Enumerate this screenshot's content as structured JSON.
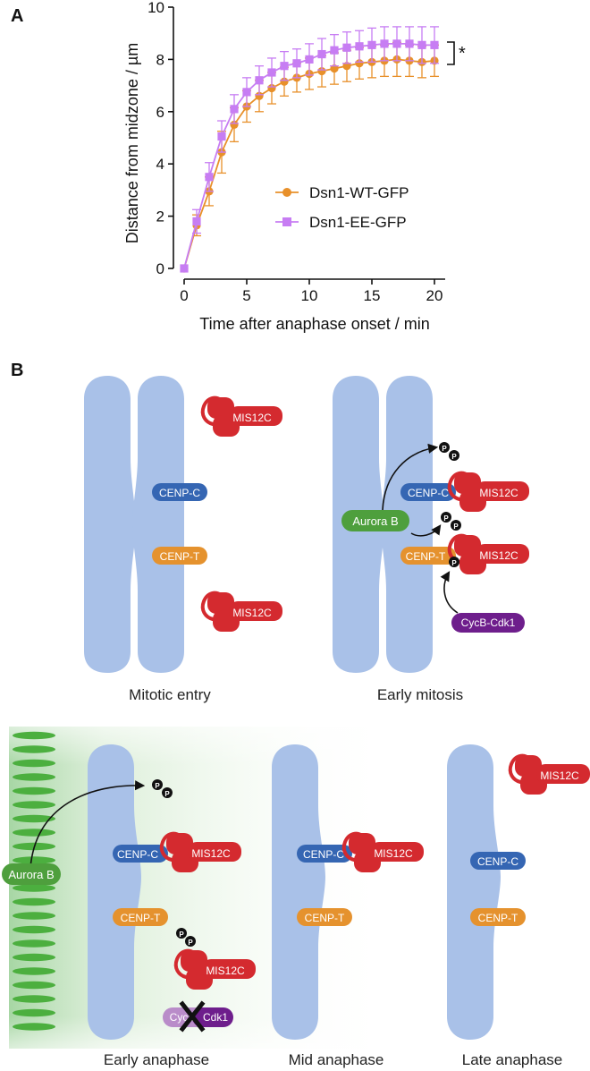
{
  "panel_a": {
    "label": "A",
    "chart_data": {
      "type": "line",
      "xlabel": "Time after anaphase onset / min",
      "ylabel": "Distance from midzone / µm",
      "xlim": [
        0,
        20
      ],
      "ylim": [
        0,
        10
      ],
      "xticks": [
        "0",
        "5",
        "10",
        "15",
        "20"
      ],
      "yticks": [
        "0",
        "2",
        "4",
        "6",
        "8",
        "10"
      ],
      "legend_position": "lower-right",
      "significance": "*",
      "grid": false,
      "x": [
        0,
        1,
        2,
        3,
        4,
        5,
        6,
        7,
        8,
        9,
        10,
        11,
        12,
        13,
        14,
        15,
        16,
        17,
        18,
        19,
        20
      ],
      "series": [
        {
          "name": "Dsn1-WT-GFP",
          "color": "#E8902A",
          "marker": "circle",
          "values": [
            0,
            1.65,
            2.95,
            4.45,
            5.5,
            6.2,
            6.6,
            6.9,
            7.15,
            7.3,
            7.45,
            7.55,
            7.65,
            7.75,
            7.85,
            7.9,
            7.95,
            8.0,
            7.95,
            7.9,
            7.95
          ],
          "errors": [
            0,
            0.4,
            0.55,
            0.8,
            0.65,
            0.6,
            0.6,
            0.6,
            0.55,
            0.55,
            0.6,
            0.6,
            0.6,
            0.6,
            0.6,
            0.6,
            0.6,
            0.65,
            0.6,
            0.6,
            0.6
          ]
        },
        {
          "name": "Dsn1-EE-GFP",
          "color": "#C77DF3",
          "marker": "square",
          "values": [
            0,
            1.8,
            3.5,
            5.05,
            6.1,
            6.75,
            7.2,
            7.5,
            7.75,
            7.85,
            8.0,
            8.2,
            8.35,
            8.45,
            8.5,
            8.55,
            8.6,
            8.6,
            8.6,
            8.55,
            8.55
          ],
          "errors": [
            0,
            0.45,
            0.55,
            0.6,
            0.55,
            0.55,
            0.55,
            0.55,
            0.55,
            0.55,
            0.6,
            0.6,
            0.6,
            0.6,
            0.6,
            0.65,
            0.65,
            0.65,
            0.65,
            0.7,
            0.7
          ]
        }
      ]
    }
  },
  "panel_b": {
    "label": "B",
    "labels": {
      "mis12c": "MIS12C",
      "cenp_c": "CENP-C",
      "cenp_t": "CENP-T",
      "aurora_b": "Aurora B",
      "cycb_cdk1": "CycB-Cdk1",
      "cycb_cdk1_left": "CycB",
      "cycb_cdk1_right": "Cdk1",
      "phospho": "P"
    },
    "stages": [
      "Mitotic entry",
      "Early mitosis",
      "Early anaphase",
      "Mid anaphase",
      "Late anaphase"
    ],
    "colors": {
      "chromatid": "#A9C1E8",
      "mis12c": "#D42A2F",
      "cenp_c": "#3566B3",
      "cenp_t": "#E5922E",
      "aurora_b": "#4E9F3D",
      "cycb_cdk1": "#6E1E8C",
      "cycb_cdk1_inactive": "#B98CC9",
      "phospho": "#111111"
    }
  }
}
